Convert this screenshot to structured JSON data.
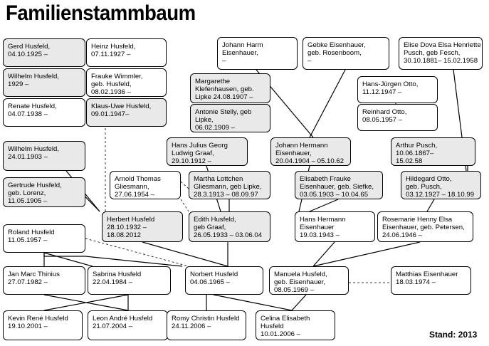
{
  "title": "Familienstammbaum",
  "stand": "Stand: 2013",
  "persons": [
    {
      "id": "gerd",
      "lines": [
        "Gerd Husfeld,",
        "04.10.1925 –"
      ],
      "fill": "grey"
    },
    {
      "id": "heinz",
      "lines": [
        "Heinz Husfeld,",
        "07.11.1927 –"
      ],
      "fill": "white"
    },
    {
      "id": "wilhelm29",
      "lines": [
        "Wilhelm Husfeld,",
        "1929 –"
      ],
      "fill": "grey"
    },
    {
      "id": "frauke",
      "lines": [
        "Frauke Wimmler,",
        "geb. Husfeld,",
        "08.02.1936 –"
      ],
      "fill": "white"
    },
    {
      "id": "renate",
      "lines": [
        "Renate Husfeld,",
        "04.07.1938 –"
      ],
      "fill": "white"
    },
    {
      "id": "klausuwe",
      "lines": [
        "Klaus-Uwe Husfeld,",
        "09.01.1947–"
      ],
      "fill": "grey"
    },
    {
      "id": "johannharm",
      "lines": [
        "Johann Harm",
        "Eisenhauer,",
        "–"
      ],
      "fill": "white"
    },
    {
      "id": "gebke",
      "lines": [
        "Gebke Eisenhauer,",
        "geb. Rosenboom,",
        "–"
      ],
      "fill": "white"
    },
    {
      "id": "elise",
      "lines": [
        "Elise Dova Elsa Henriette",
        "Pusch, geb Fesch,",
        "30.10.1881– 15.02.1958"
      ],
      "fill": "white"
    },
    {
      "id": "margarethe",
      "lines": [
        "Margarethe",
        "Klefenhausen, geb.",
        "Lipke 24.08.1907 –"
      ],
      "fill": "grey"
    },
    {
      "id": "hansjuergen",
      "lines": [
        "Hans-Jürgen Otto,",
        "11.12.1947 –"
      ],
      "fill": "white"
    },
    {
      "id": "antonie",
      "lines": [
        "Antonie Stelly, geb",
        "Lipke,",
        "06.02.1909 –"
      ],
      "fill": "grey"
    },
    {
      "id": "reinhard",
      "lines": [
        "Reinhard Otto,",
        "08.05.1957 –"
      ],
      "fill": "white"
    },
    {
      "id": "wilhelm03",
      "lines": [
        "Wilhelm Husfeld,",
        "24.01.1903 –"
      ],
      "fill": "grey"
    },
    {
      "id": "hansjulius",
      "lines": [
        "Hans Julius Georg",
        "Ludwig Graaf,",
        "29.10.1912 –"
      ],
      "fill": "grey"
    },
    {
      "id": "johannhermann",
      "lines": [
        "Johann Hermann",
        "Eisenhauer,",
        "20.04.1904 – 05.10.62"
      ],
      "fill": "grey"
    },
    {
      "id": "arthur",
      "lines": [
        "Arthur Pusch,",
        "10.06.1867–",
        "15.02.58"
      ],
      "fill": "grey"
    },
    {
      "id": "arnold",
      "lines": [
        "Arnold Thomas",
        "Gliesmann,",
        "27.06.1954 –"
      ],
      "fill": "white"
    },
    {
      "id": "martha",
      "lines": [
        "Martha Lottchen",
        "Gliesmann, geb Lipke,",
        "28.3.1913 – 08.09.97"
      ],
      "fill": "grey"
    },
    {
      "id": "elisabeth",
      "lines": [
        "Elisabeth Frauke",
        "Eisenhauer, geb. Siefke,",
        "03.05.1903 – 10.04.65"
      ],
      "fill": "grey"
    },
    {
      "id": "hildegard",
      "lines": [
        "Hildegard Otto,",
        "geb. Pusch,",
        "03.12.1927 – 18.10.99"
      ],
      "fill": "grey"
    },
    {
      "id": "gertrude",
      "lines": [
        "Gertrude Husfeld,",
        "geb. Lorenz,",
        "11.05.1905 –"
      ],
      "fill": "grey"
    },
    {
      "id": "herbert",
      "lines": [
        "Herbert Husfeld",
        "28.10.1932 –",
        "18.08.2012"
      ],
      "fill": "grey"
    },
    {
      "id": "edith",
      "lines": [
        "Edith Husfeld,",
        "geb Graaf,",
        "26.05.1933 – 03.06.04"
      ],
      "fill": "grey"
    },
    {
      "id": "hanshermann",
      "lines": [
        "Hans Hermann",
        "Eisenhauer",
        "19.03.1943 –"
      ],
      "fill": "white"
    },
    {
      "id": "rosemarie",
      "lines": [
        "Rosemarie Henny Elsa",
        "Eisenhauer, geb. Petersen,",
        "24.06.1946 –"
      ],
      "fill": "white"
    },
    {
      "id": "roland",
      "lines": [
        "Roland Husfeld",
        "11.05.1957 –"
      ],
      "fill": "white"
    },
    {
      "id": "janmarc",
      "lines": [
        "Jan Marc Thinius",
        "27.07.1982 –"
      ],
      "fill": "white"
    },
    {
      "id": "sabrina",
      "lines": [
        "Sabrina Husfeld",
        "22.04.1984 –"
      ],
      "fill": "white"
    },
    {
      "id": "norbert",
      "lines": [
        "Norbert Husfeld",
        "04.06.1965 –"
      ],
      "fill": "white"
    },
    {
      "id": "manuela",
      "lines": [
        "Manuela Husfeld,",
        "geb. Eisenhauer,",
        "08.05.1969 –"
      ],
      "fill": "white"
    },
    {
      "id": "matthias",
      "lines": [
        "Matthias Eisenhauer",
        "18.03.1974 –"
      ],
      "fill": "white"
    },
    {
      "id": "kevin",
      "lines": [
        "Kevin René Husfeld",
        "19.10.2001 –"
      ],
      "fill": "white"
    },
    {
      "id": "leon",
      "lines": [
        "Leon André Husfeld",
        "21.07.2004 –"
      ],
      "fill": "white"
    },
    {
      "id": "romy",
      "lines": [
        "Romy Christin Husfeld",
        "24.11.2006 –"
      ],
      "fill": "white"
    },
    {
      "id": "celina",
      "lines": [
        "Celina Elisabeth",
        "Husfeld",
        "10.01.2006 –"
      ],
      "fill": "white"
    }
  ]
}
